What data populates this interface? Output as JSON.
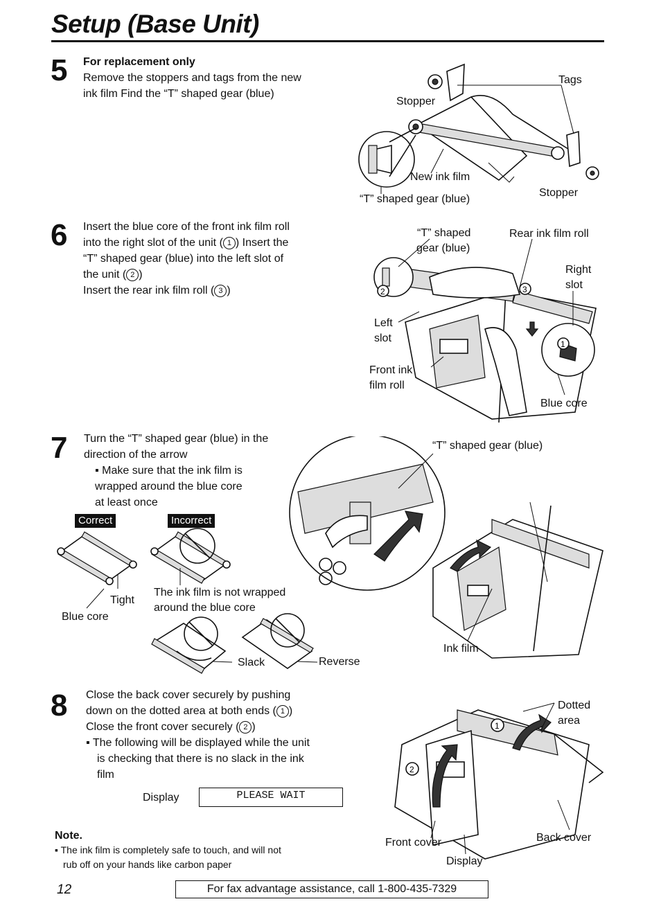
{
  "page_title": "Setup (Base Unit)",
  "steps": [
    {
      "number": "5",
      "heading": "For replacement only",
      "lines": [
        "Remove the stoppers and tags from the new",
        "ink film  Find the “T” shaped gear (blue)"
      ],
      "labels": {
        "tags": "Tags",
        "stopper_top": "Stopper",
        "new_ink_film": "New ink film",
        "t_gear": "“T” shaped gear (blue)",
        "stopper_bottom": "Stopper"
      }
    },
    {
      "number": "6",
      "lines": [
        "Insert the blue core of the front ink film roll",
        "into the right slot of the unit (",
        ")  Insert the",
        "“T” shaped gear (blue) into the left slot of",
        "the unit (",
        ")",
        "Insert the rear ink film roll (",
        ")"
      ],
      "labels": {
        "t_gear_1": "“T” shaped",
        "t_gear_2": "gear (blue)",
        "rear_roll": "Rear ink film roll",
        "right_1": "Right",
        "right_2": "slot",
        "left_1": "Left",
        "left_2": "slot",
        "front_1": "Front ink",
        "front_2": "film roll",
        "blue_core": "Blue core"
      }
    },
    {
      "number": "7",
      "lines": [
        "Turn the “T” shaped gear (blue) in the",
        "direction of the arrow"
      ],
      "bullet_lines": [
        "Make sure that the ink film is",
        "wrapped around the blue core",
        "at least once"
      ],
      "correct": "Correct",
      "incorrect": "Incorrect",
      "labels": {
        "tight": "Tight",
        "blue_core": "Blue core",
        "not_wrapped_1": "The ink film is not wrapped",
        "not_wrapped_2": "around the blue core",
        "slack": "Slack",
        "reverse": "Reverse",
        "t_gear": "“T” shaped gear (blue)",
        "ink_film": "Ink film"
      }
    },
    {
      "number": "8",
      "lines": [
        "Close the back cover securely by pushing",
        "down on the dotted area at both ends (",
        ")",
        "Close the front cover securely (",
        ")"
      ],
      "bullet_lines": [
        "The following will be displayed while the unit",
        "is checking that there is no slack in the ink",
        "film"
      ],
      "display_label": "Display",
      "display_text": "PLEASE WAIT",
      "labels": {
        "dotted_1": "Dotted",
        "dotted_2": "area",
        "front_cover": "Front cover",
        "back_cover": "Back cover",
        "display": "Display"
      }
    }
  ],
  "circled": {
    "one": "1",
    "two": "2",
    "three": "3"
  },
  "note": {
    "heading": "Note.",
    "lines": [
      "The ink film is completely safe to touch, and will not",
      "rub off on your hands like carbon paper"
    ]
  },
  "page_number": "12",
  "footer": "For fax advantage assistance, call 1-800-435-7329"
}
